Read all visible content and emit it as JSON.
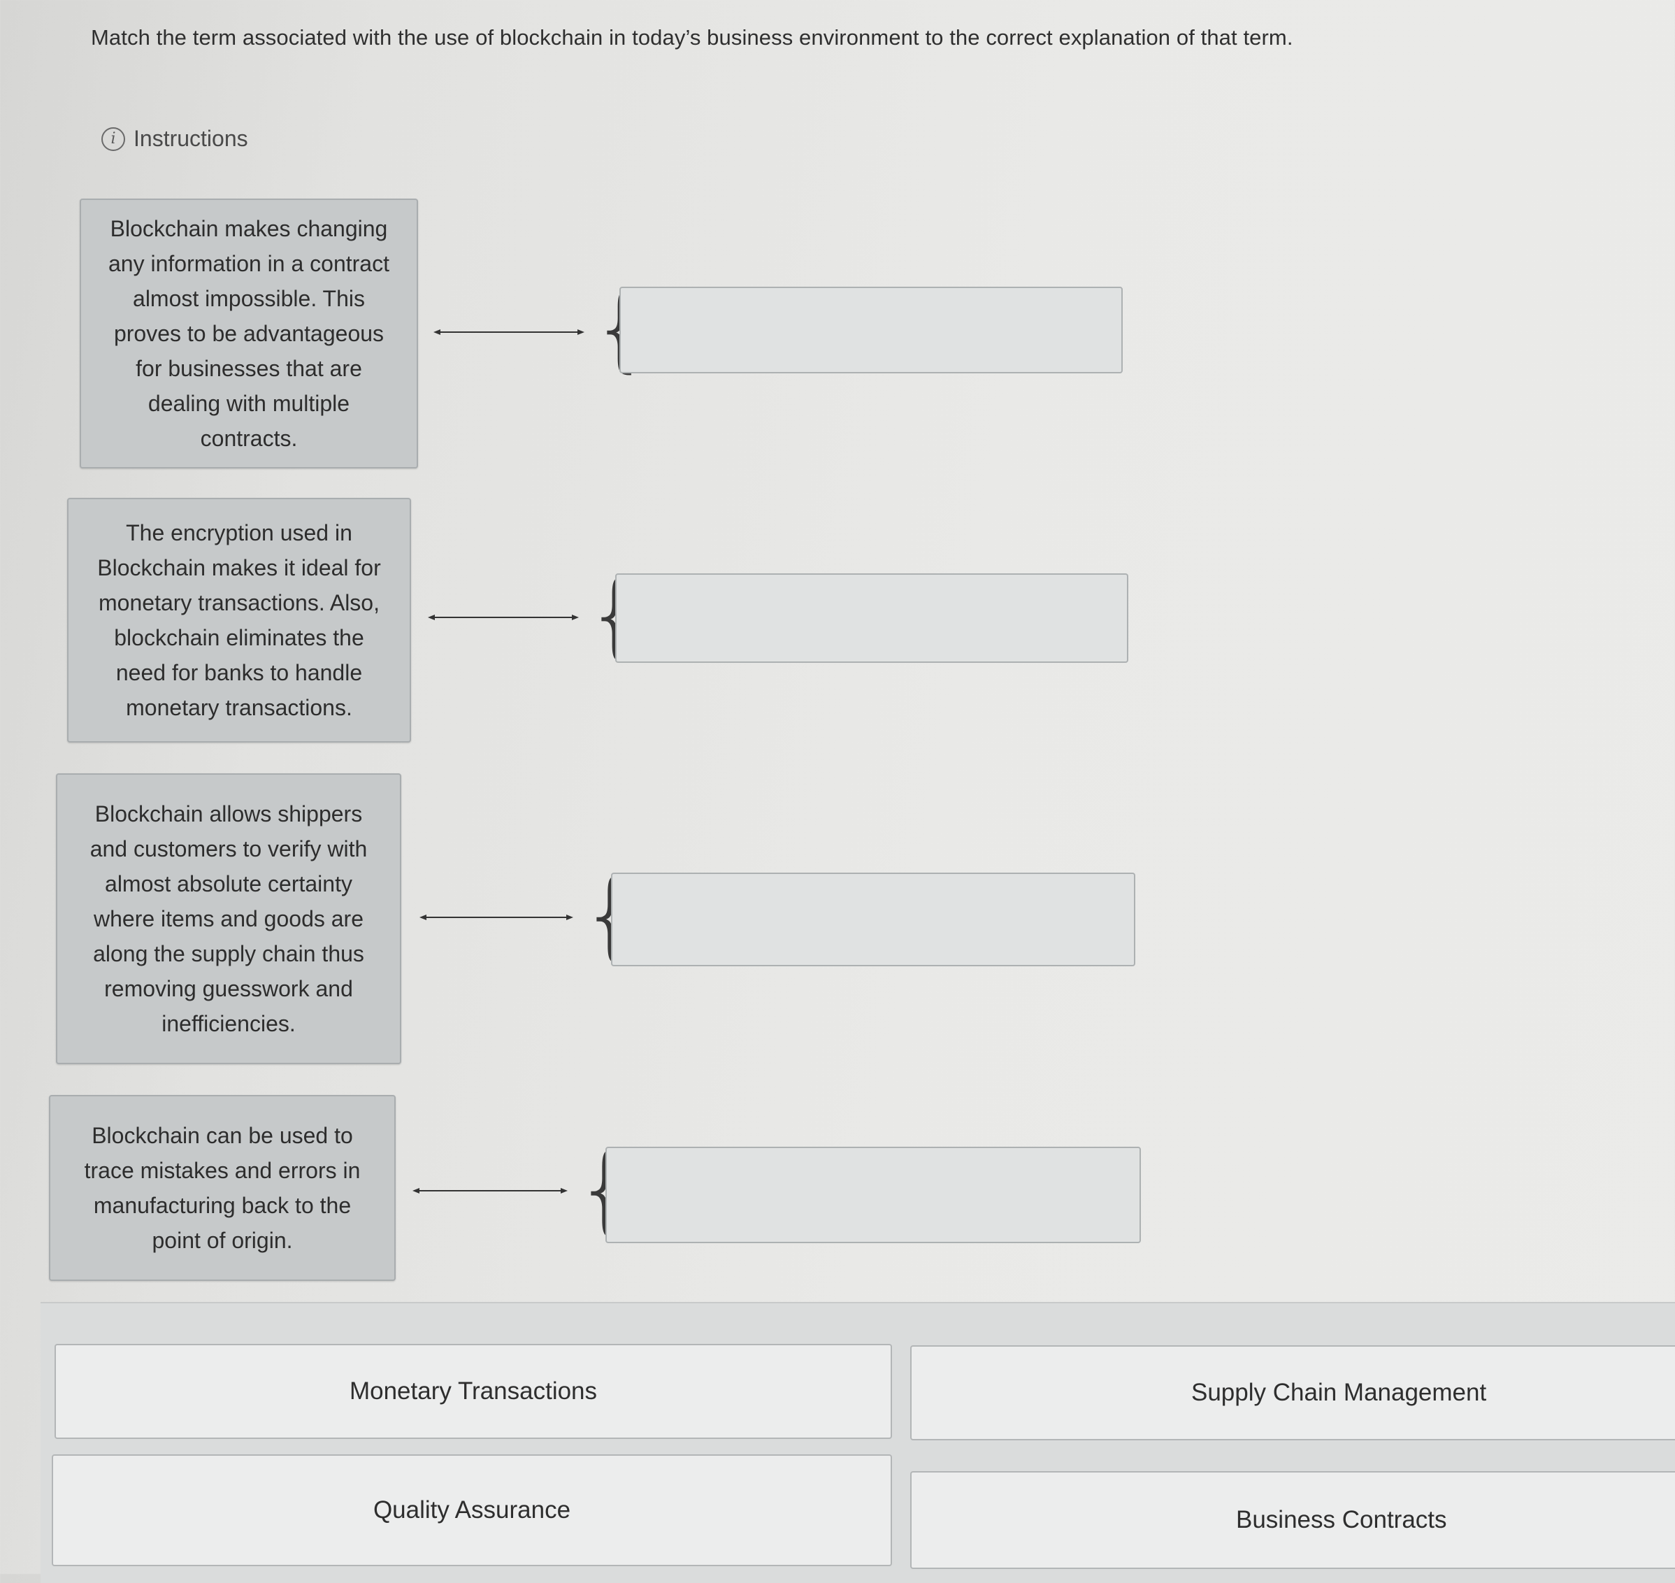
{
  "question": "Match the term associated with the use of blockchain in today’s business environment to the correct explanation of that term.",
  "instructions": {
    "icon": "info-icon",
    "label": "Instructions"
  },
  "explanations": [
    {
      "text": "Blockchain makes changing any information in a contract almost impossible. This proves to be advantageous for businesses that are dealing with multiple contracts.",
      "answer": ""
    },
    {
      "text": "The encryption used in Blockchain makes it ideal for monetary transactions. Also, blockchain eliminates the need for banks to handle monetary transactions.",
      "answer": ""
    },
    {
      "text": "Blockchain allows shippers and customers to verify with almost absolute certainty where items and goods are along the supply chain thus removing guesswork and inefficiencies.",
      "answer": ""
    },
    {
      "text": "Blockchain can be used to trace mistakes and errors in manufacturing back to the point of origin.",
      "answer": ""
    }
  ],
  "options": [
    "Monetary Transactions",
    "Supply Chain Management",
    "Quality Assurance",
    "Business Contracts"
  ]
}
